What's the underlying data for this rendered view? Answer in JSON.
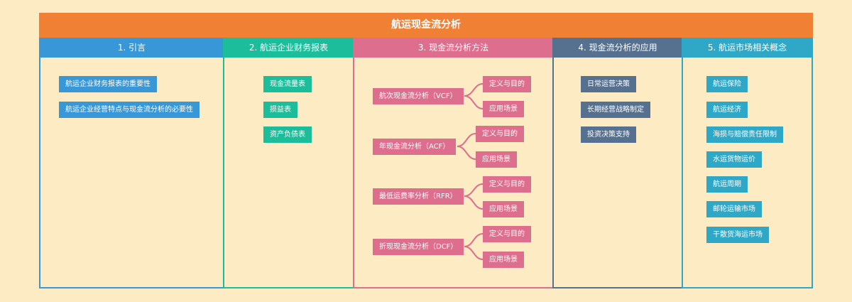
{
  "title": "航运现金流分析",
  "colors": {
    "title": "#ef8034",
    "intro": "#3897d6",
    "reports": "#1cbd9a",
    "methods": "#de6e8e",
    "applications": "#56708f",
    "concepts": "#2fa7c6"
  },
  "columns": {
    "intro": {
      "header": "1. 引言",
      "items": [
        "航运企业财务报表的重要性",
        "航运企业经营特点与现金流分析的必要性"
      ]
    },
    "reports": {
      "header": "2. 航运企业财务报表",
      "items": [
        "现金流量表",
        "损益表",
        "资产负债表"
      ]
    },
    "methods": {
      "header": "3. 现金流分析方法",
      "groups": [
        {
          "label": "航次现金流分析（VCF）",
          "children": [
            "定义与目的",
            "应用场景"
          ]
        },
        {
          "label": "年现金流分析（ACF）",
          "children": [
            "定义与目的",
            "应用场景"
          ]
        },
        {
          "label": "最低运费率分析（RFR）",
          "children": [
            "定义与目的",
            "应用场景"
          ]
        },
        {
          "label": "折现现金流分析（DCF）",
          "children": [
            "定义与目的",
            "应用场景"
          ]
        }
      ]
    },
    "applications": {
      "header": "4. 现金流分析的应用",
      "items": [
        "日常运营决策",
        "长期经营战略制定",
        "投资决策支持"
      ]
    },
    "concepts": {
      "header": "5. 航运市场相关概念",
      "items": [
        "航运保险",
        "航运经济",
        "海损与赔偿责任限制",
        "水运货物运价",
        "航运周期",
        "邮轮运输市场",
        "干散货海运市场"
      ]
    }
  }
}
